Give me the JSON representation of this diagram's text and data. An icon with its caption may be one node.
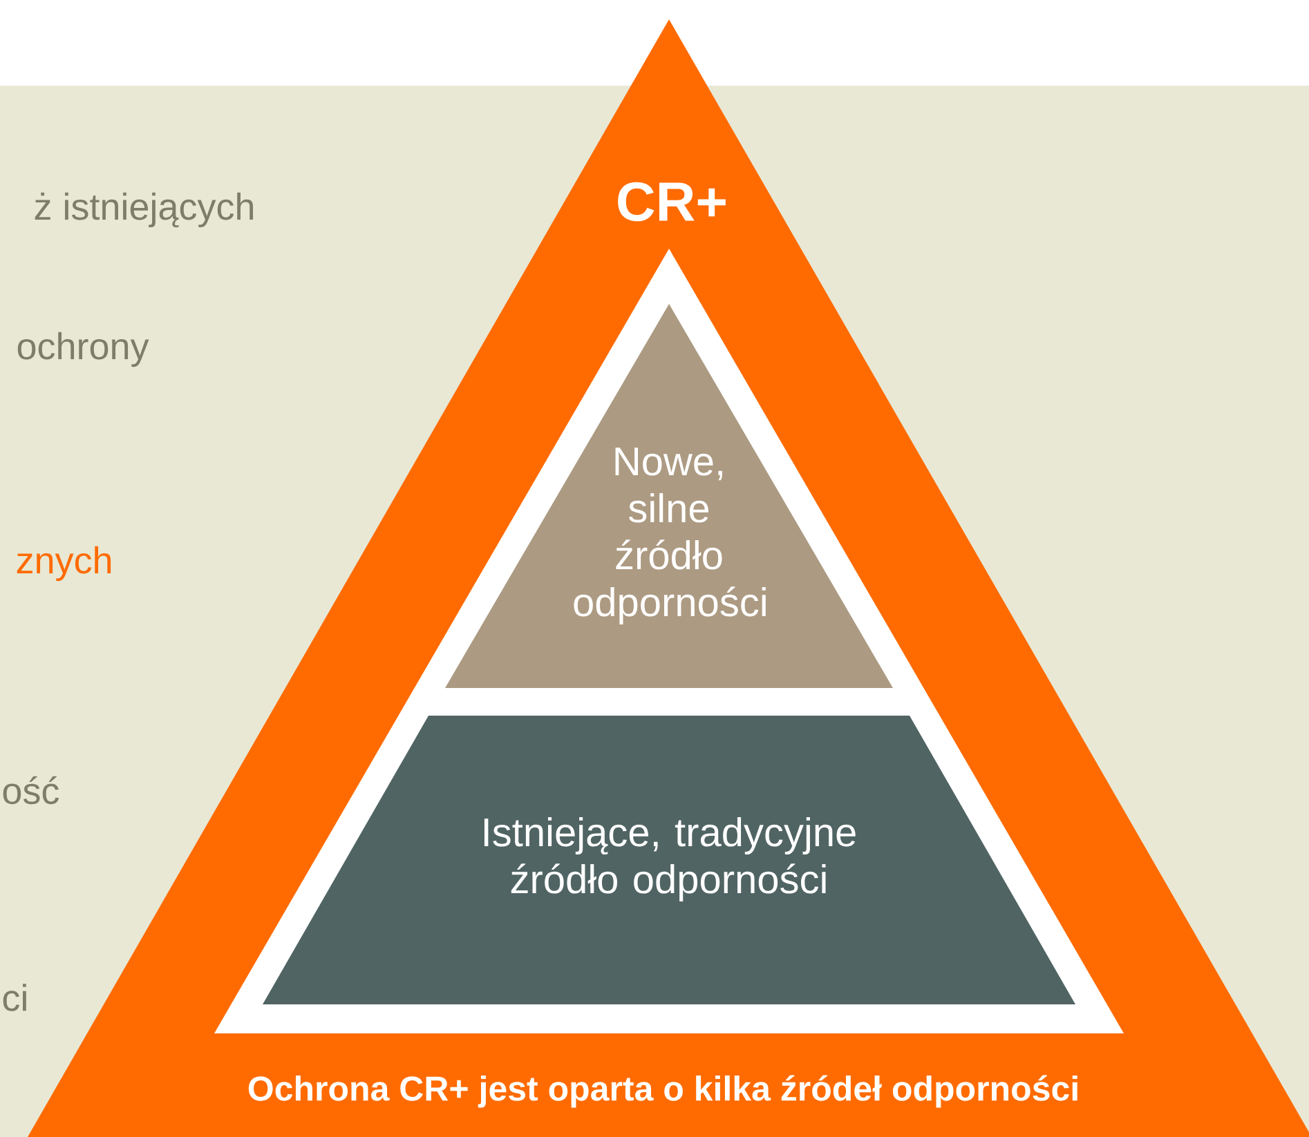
{
  "diagram": {
    "nodes": [
      {
        "text": [
          "CR+",
          "Ochrona CR+ jest oparta o kilka źródeł odporności"
        ]
      },
      {
        "text": [
          "Nowe, silne źródło odporności"
        ],
        "in": 0
      },
      {
        "text": [
          "Istniejące, tradycyjne źródło odporności"
        ],
        "in": 0
      }
    ],
    "labels": [
      "ż istniejących",
      "ochrony",
      "znych",
      "ość",
      "ci"
    ]
  }
}
